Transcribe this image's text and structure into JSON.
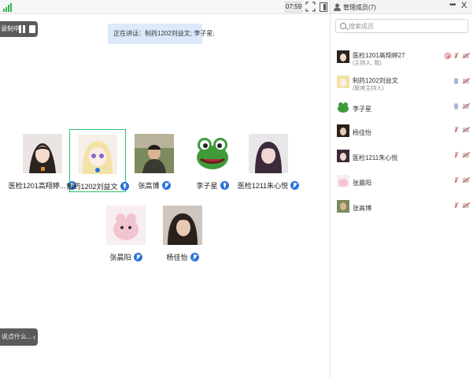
{
  "topbar": {
    "timer": "07:59"
  },
  "recording": {
    "label": "录制中"
  },
  "speaking": {
    "text": "正在讲话：制药1202刘益文; 李子星;"
  },
  "chat": {
    "placeholder": "说点什么..."
  },
  "tiles": [
    {
      "name": "医检1201高翔婷...",
      "active": false
    },
    {
      "name": "制药1202刘益文",
      "active": true
    },
    {
      "name": "张高博",
      "active": false
    },
    {
      "name": "李子星",
      "active": false
    },
    {
      "name": "医检1211朱心悦",
      "active": false
    },
    {
      "name": "张晨阳",
      "active": false
    },
    {
      "name": "杨佳怡",
      "active": false
    }
  ],
  "panel": {
    "title": "管理成员(7)",
    "more": "•••",
    "close": "X",
    "search_placeholder": "搜索成员",
    "members": [
      {
        "name": "医检1201高翔婷27",
        "role": "(主持人, 我)"
      },
      {
        "name": "制药1202刘益文",
        "role": "(联席主持人)"
      },
      {
        "name": "李子星",
        "role": ""
      },
      {
        "name": "杨佳怡",
        "role": ""
      },
      {
        "name": "医检1211朱心悦",
        "role": ""
      },
      {
        "name": "张晨阳",
        "role": ""
      },
      {
        "name": "张高博",
        "role": ""
      }
    ]
  },
  "colors": {
    "active_border": "#2ec26a",
    "mic_blue": "#2b73d8",
    "speaking_bg": "#dce9fa"
  }
}
